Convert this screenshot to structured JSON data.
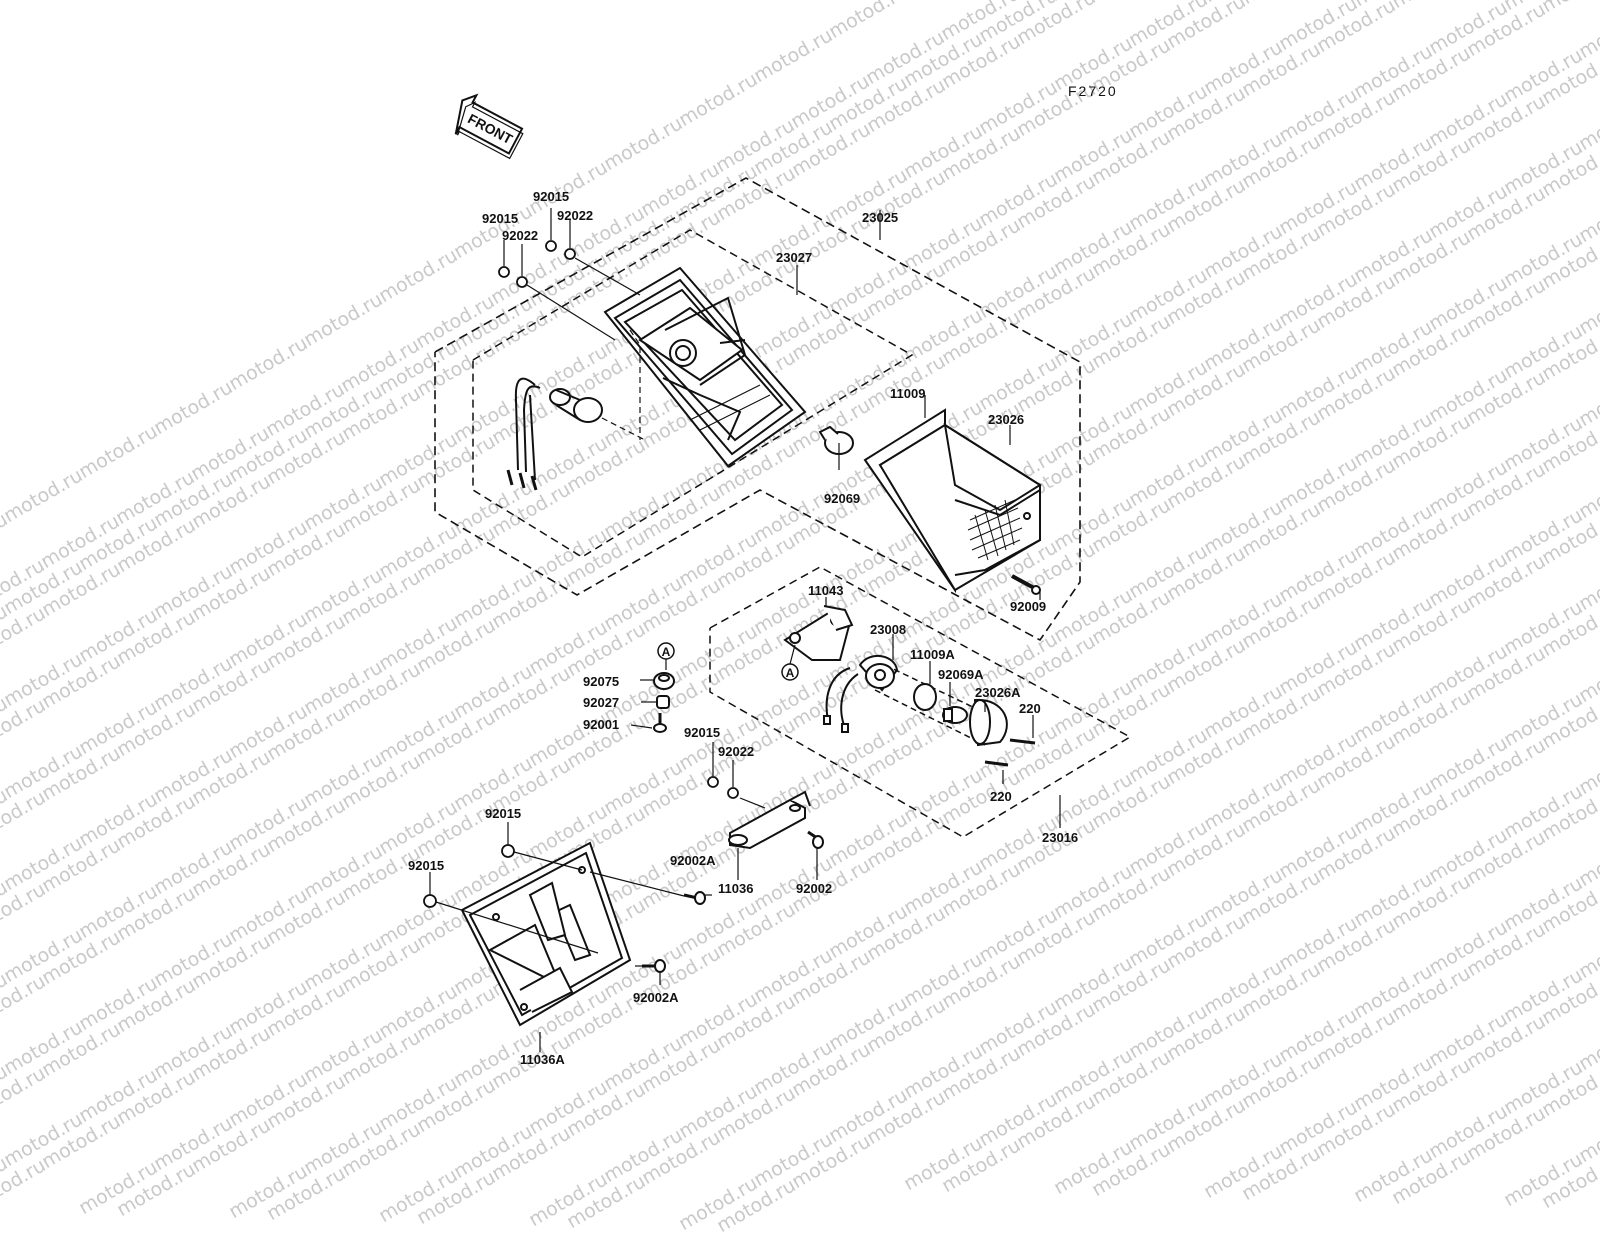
{
  "watermark": "motod.ru",
  "diagram_code": "F2720",
  "front_label": "FRONT",
  "marker_letter": "A",
  "part_labels": {
    "p23025": "23025",
    "p23027": "23027",
    "p92015_a": "92015",
    "p92022_a": "92022",
    "p92015_b": "92015",
    "p92022_b": "92022",
    "p11009": "11009",
    "p23026": "23026",
    "p92069": "92069",
    "p92009": "92009",
    "p11043": "11043",
    "p23008": "23008",
    "p11009A": "11009A",
    "p92069A": "92069A",
    "p23026A": "23026A",
    "p220_a": "220",
    "p220_b": "220",
    "p23016": "23016",
    "p92075": "92075",
    "p92027": "92027",
    "p92001": "92001",
    "p92015_c": "92015",
    "p92022_c": "92022",
    "p92002A_a": "92002A",
    "p11036": "11036",
    "p92002": "92002",
    "p92015_d": "92015",
    "p92015_e": "92015",
    "p92002A_b": "92002A",
    "p11036A": "11036A"
  }
}
